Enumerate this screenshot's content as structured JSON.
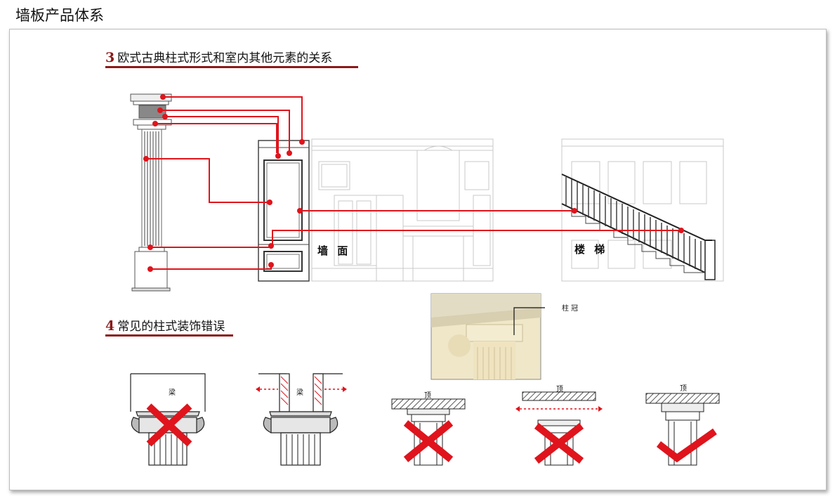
{
  "page_title": "墙板产品体系",
  "section3": {
    "number": "3",
    "title": "欧式古典柱式形式和室内其他元素的关系"
  },
  "section4": {
    "number": "4",
    "title": "常见的柱式装饰错误"
  },
  "labels": {
    "wall": "墙 面",
    "stairs": "楼 梯",
    "capital_callout": "柱 冠",
    "beam": "梁",
    "ceiling": "顶"
  },
  "colors": {
    "accent": "#e0141c",
    "title_rule": "#8b1a1a"
  },
  "icons": [
    "cross-mark-icon",
    "check-mark-icon",
    "dashed-arrow-icon"
  ]
}
